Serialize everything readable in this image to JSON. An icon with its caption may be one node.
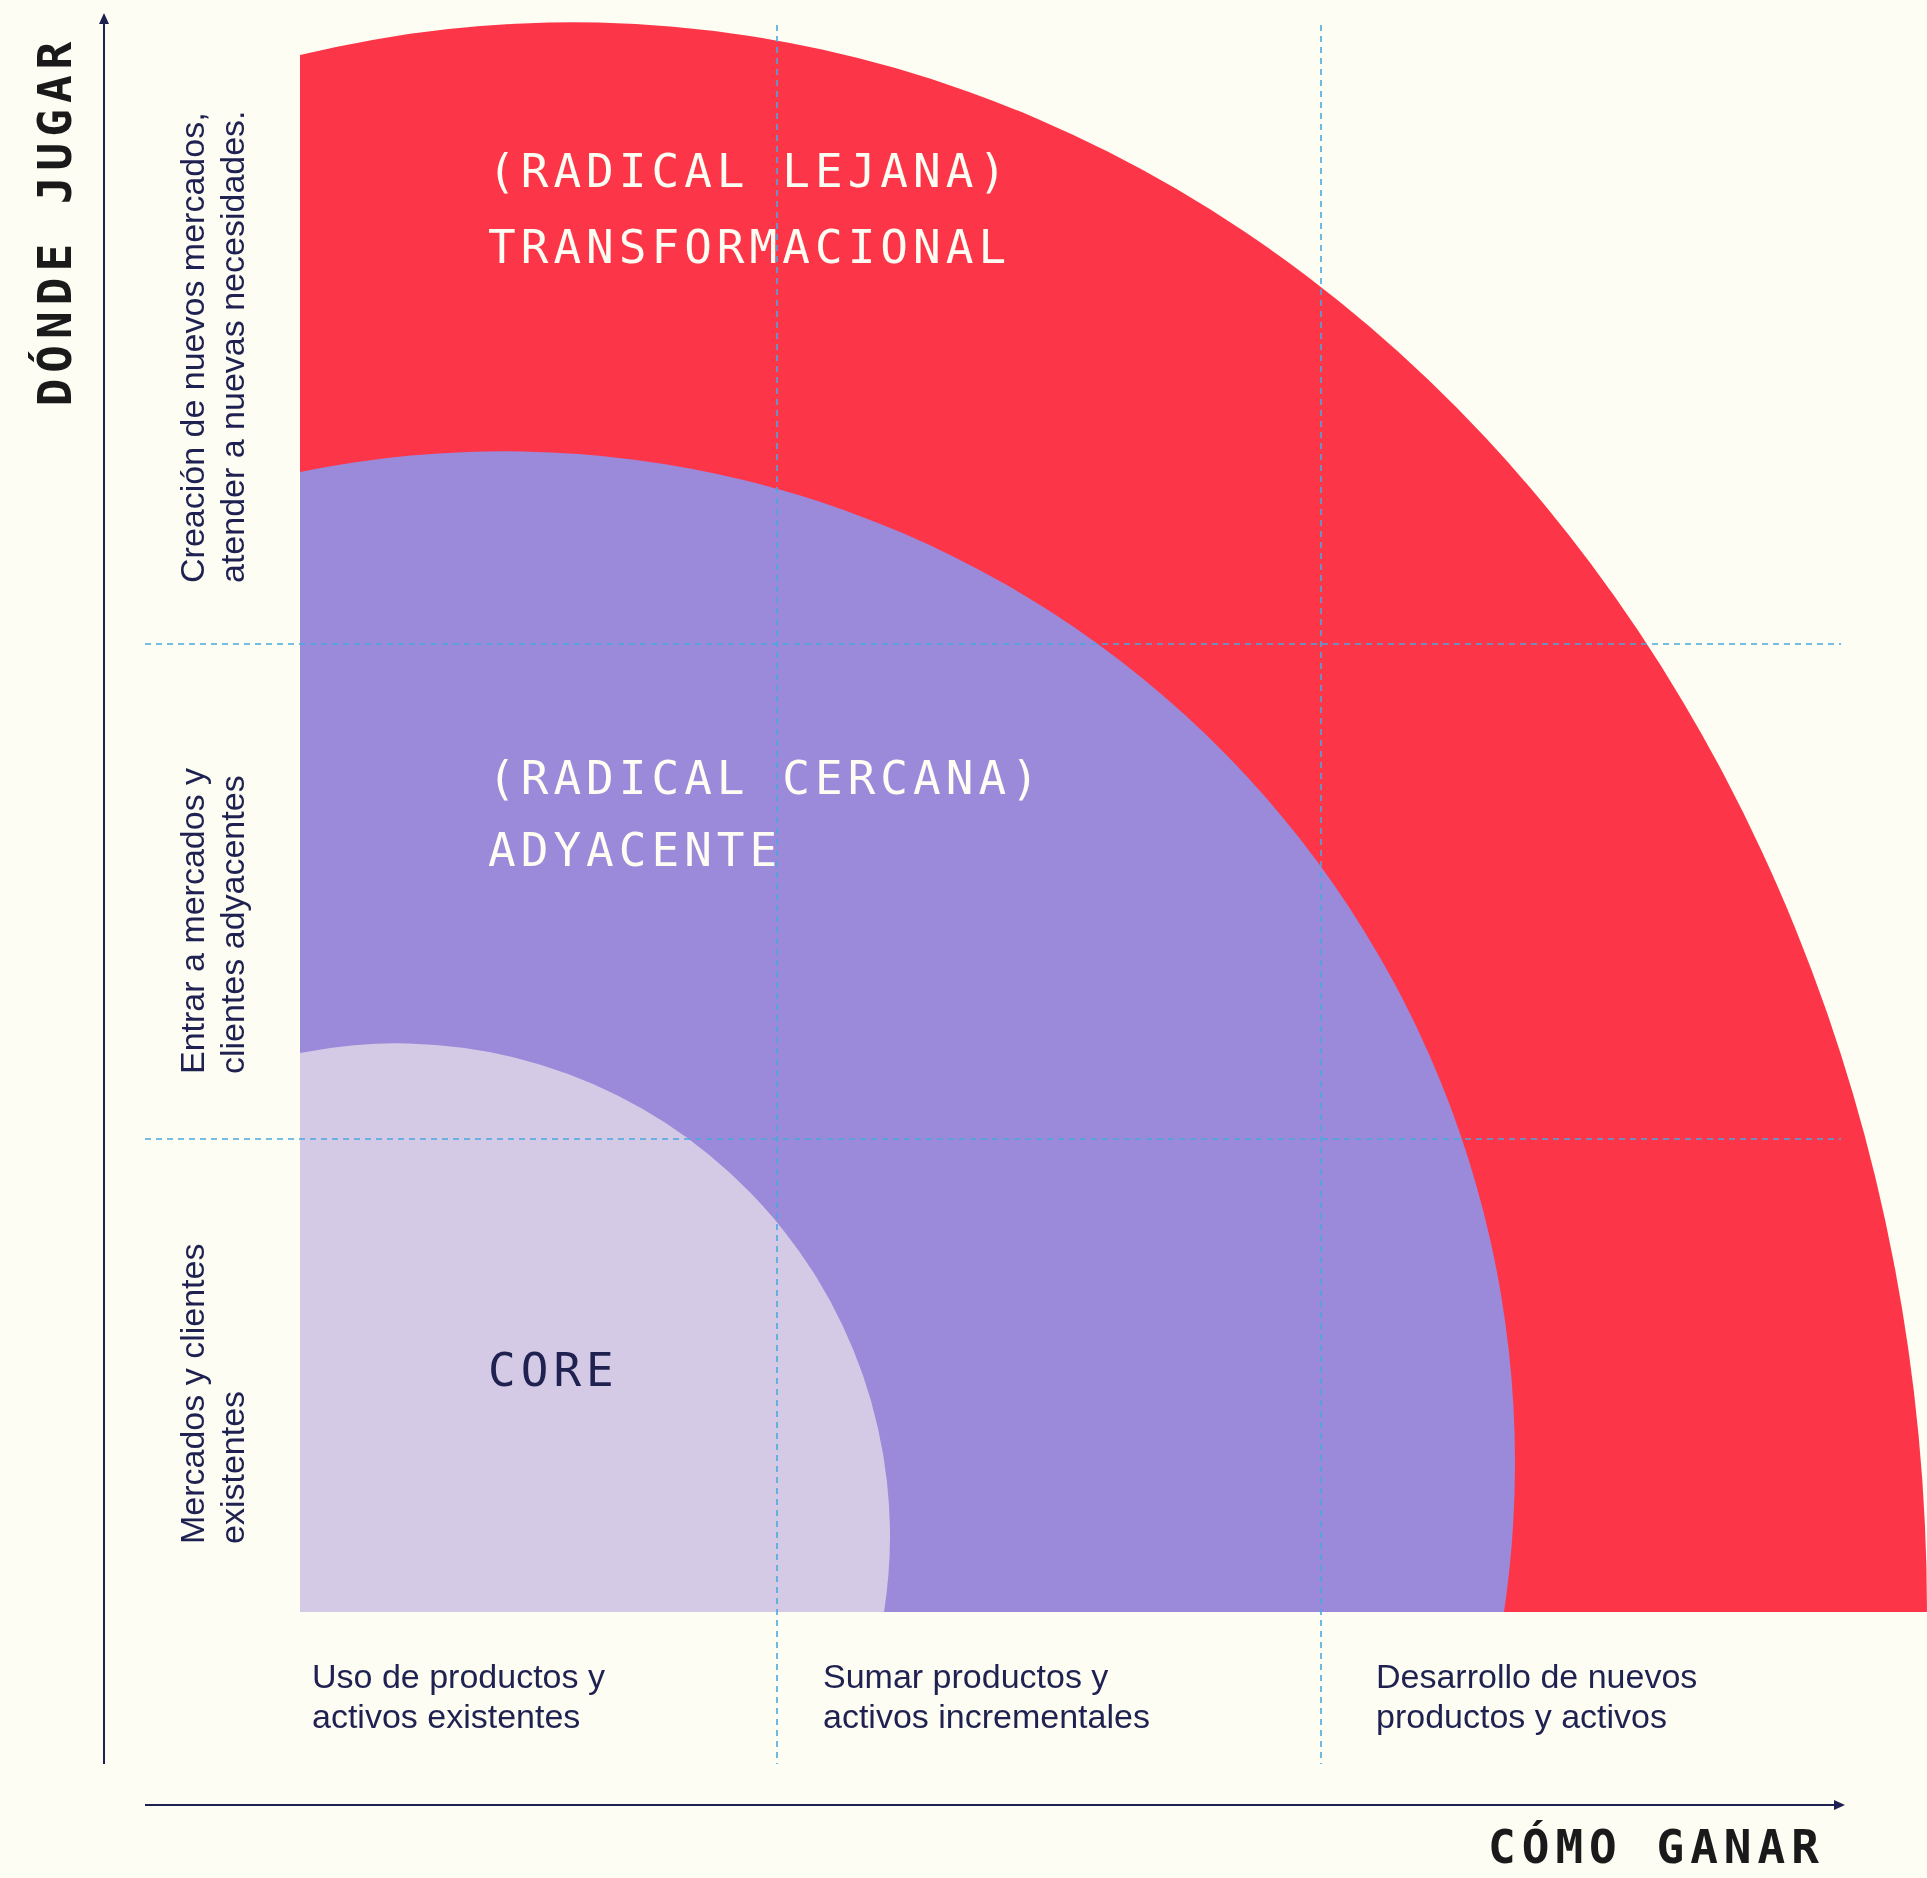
{
  "diagram": {
    "nodes": [
      {
        "text": [
          "(RADICAL LEJANA)",
          "TRANSFORMACIONAL"
        ]
      },
      {
        "text": [
          "(RADICAL CERCANA)",
          "ADYACENTE"
        ],
        "in": 0
      },
      {
        "text": [
          "CORE"
        ],
        "in": 1
      }
    ],
    "labels": [
      "DÓNDE JUGAR",
      "Creación de nuevos mercados, atender a nuevas necesidades.",
      "Entrar a mercados y clientes adyacentes",
      "Mercados y clientes existentes",
      "Uso de productos y activos existentes",
      "Sumar productos y activos incrementales",
      "Desarrollo de nuevos productos y activos",
      "CÓMO GANAR"
    ]
  }
}
